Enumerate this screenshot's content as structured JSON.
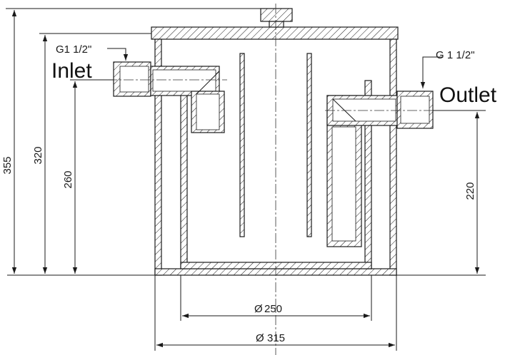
{
  "labels": {
    "inlet": "Inlet",
    "outlet": "Outlet",
    "inlet_thread": "G1 1/2\"",
    "outlet_thread": "G 1 1/2\""
  },
  "dimensions": {
    "total_height": "355",
    "body_height": "320",
    "inlet_height": "260",
    "outlet_height": "220",
    "inner_diameter": "250",
    "outer_diameter": "315"
  },
  "diameter_symbol": "Ø"
}
